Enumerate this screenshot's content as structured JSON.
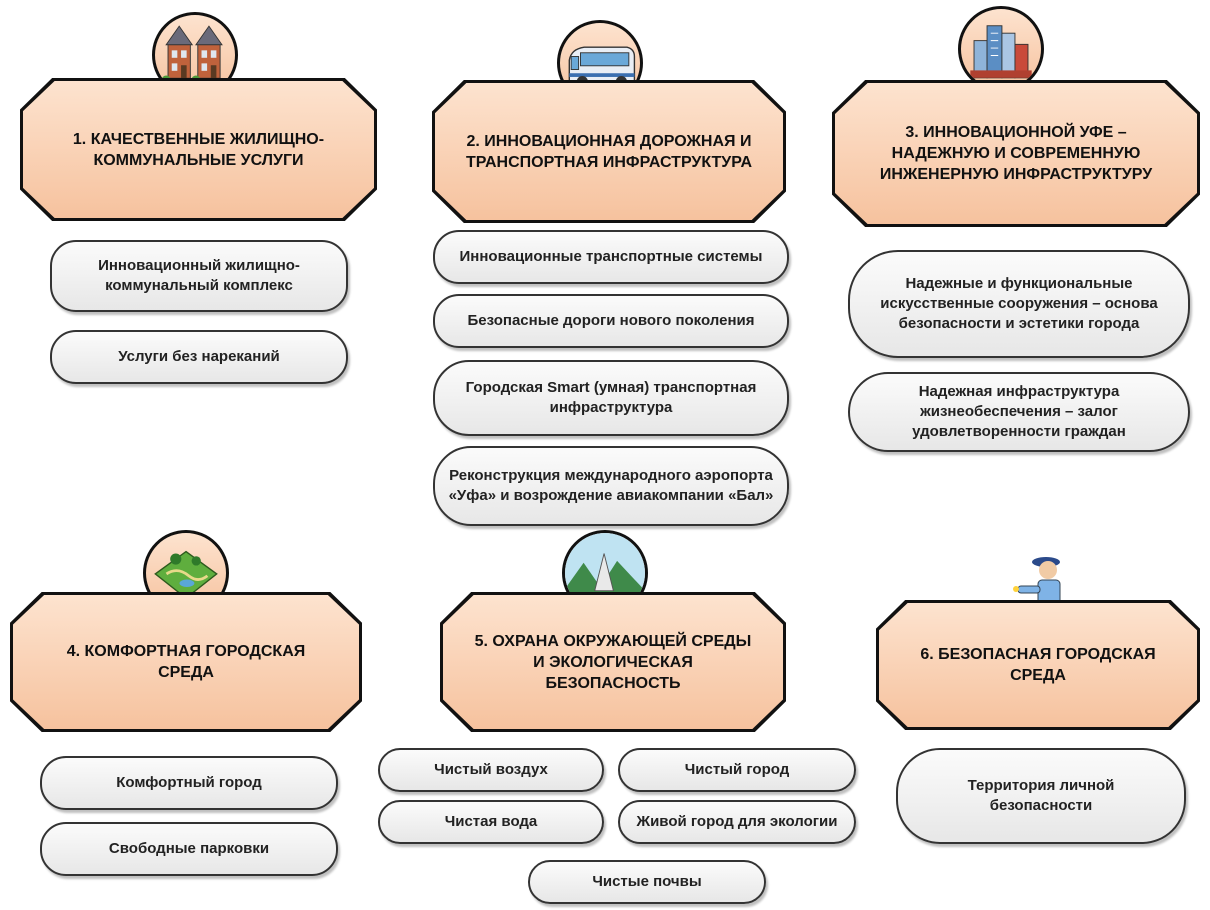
{
  "categories": [
    {
      "title": "1. КАЧЕСТВЕННЫЕ ЖИЛИЩНО-КОММУНАЛЬНЫЕ УСЛУГИ",
      "icon": "houses-icon",
      "items": [
        "Инновационный жилищно-коммунальный комплекс",
        "Услуги без нареканий"
      ]
    },
    {
      "title": "2. ИННОВАЦИОННАЯ ДОРОЖНАЯ И ТРАНСПОРТНАЯ ИНФРАСТРУКТУРА",
      "icon": "bus-icon",
      "items": [
        "Инновационные транспортные системы",
        "Безопасные дороги нового поколения",
        "Городская Smart (умная) транспортная инфраструктура",
        "Реконструкция международного аэропорта «Уфа» и возрождение авиакомпании «Бал»"
      ]
    },
    {
      "title": "3. ИННОВАЦИОННОЙ УФЕ – НАДЕЖНУЮ И СОВРЕМЕННУЮ ИНЖЕНЕРНУЮ ИНФРАСТРУКТУРУ",
      "icon": "city-buildings-icon",
      "items": [
        "Надежные и функциональные искусственные сооружения – основа безопасности и эстетики города",
        "Надежная инфраструктура жизнеобеспечения – залог удовлетворенности граждан"
      ]
    },
    {
      "title": "4. КОМФОРТНАЯ ГОРОДСКАЯ СРЕДА",
      "icon": "park-map-icon",
      "items": [
        "Комфортный город",
        "Свободные парковки"
      ]
    },
    {
      "title": "5. ОХРАНА ОКРУЖАЮЩЕЙ СРЕДЫ И ЭКОЛОГИЧЕСКАЯ БЕЗОПАСНОСТЬ",
      "icon": "nature-landscape-icon",
      "items": [
        "Чистый воздух",
        "Чистый город",
        "Чистая вода",
        "Живой город для экологии",
        "Чистые почвы"
      ]
    },
    {
      "title": "6. БЕЗОПАСНАЯ ГОРОДСКАЯ СРЕДА",
      "icon": "police-officer-icon",
      "items": [
        "Территория личной безопасности"
      ]
    }
  ],
  "colors": {
    "header_fill": "#f6c29e",
    "header_fill_light": "#fde3cf",
    "pill_fill": "#ebebeb",
    "outline": "#111111"
  }
}
